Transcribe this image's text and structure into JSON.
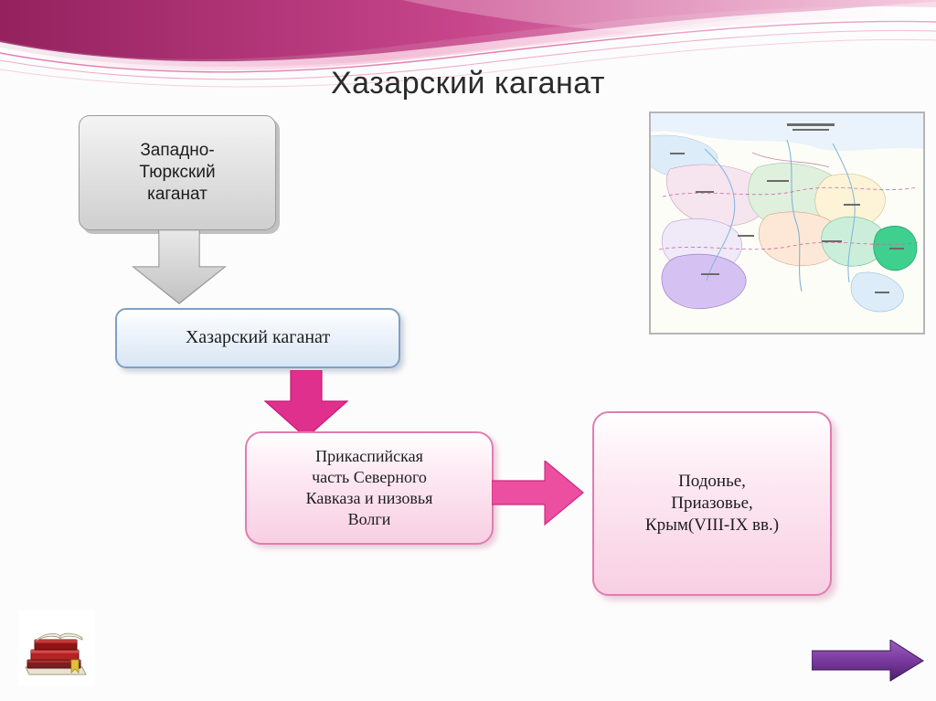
{
  "slide": {
    "title": "Хазарский каганат",
    "background_color": "#fdfcfc"
  },
  "decor": {
    "swoosh_colors": [
      "#c2397a",
      "#d9579b",
      "#e88ab8",
      "#9a2a6e",
      "#f0b7d2"
    ],
    "accent_color": "#e0308e",
    "grey_accent": "#9b9b9b",
    "blue_accent": "#7f9fc4"
  },
  "boxes": [
    {
      "id": "west-turkic",
      "name": "Западно-Тюркский каганат",
      "text": "Западно-\nТюркский\nкаганат",
      "style": "grey"
    },
    {
      "id": "khazar-khaganate",
      "name": "Хазарский каганат",
      "text": "Хазарский каганат",
      "style": "blue"
    },
    {
      "id": "caspian-part",
      "name": "Прикаспийская часть Северного Кавказа и низовья Волги",
      "text": "Прикаспийская\nчасть Северного\nКавказа и низовья\nВолги",
      "style": "pink"
    },
    {
      "id": "podonie",
      "name": "Подонье, Приазовье, Крым",
      "text": "Подонье,\nПриазовье,\nКрым(VIII-IX вв.)",
      "style": "pink"
    }
  ],
  "arrows": [
    {
      "id": "grey-down",
      "direction": "down",
      "color": "#d0d0d0",
      "border": "#8f8f8f"
    },
    {
      "id": "pink-down",
      "direction": "down",
      "color": "#e0308e",
      "border": "#c51a74"
    },
    {
      "id": "pink-right",
      "direction": "right",
      "color": "#ec4fa0",
      "border": "#cf2a80"
    }
  ],
  "media": {
    "map": {
      "name": "historical-map-of-khazar-khaganate",
      "caption": ""
    },
    "books": {
      "name": "stack-of-books-icon"
    }
  },
  "navigation": {
    "next_arrow_label": "",
    "next_arrow_color": "#6b2f8f"
  }
}
